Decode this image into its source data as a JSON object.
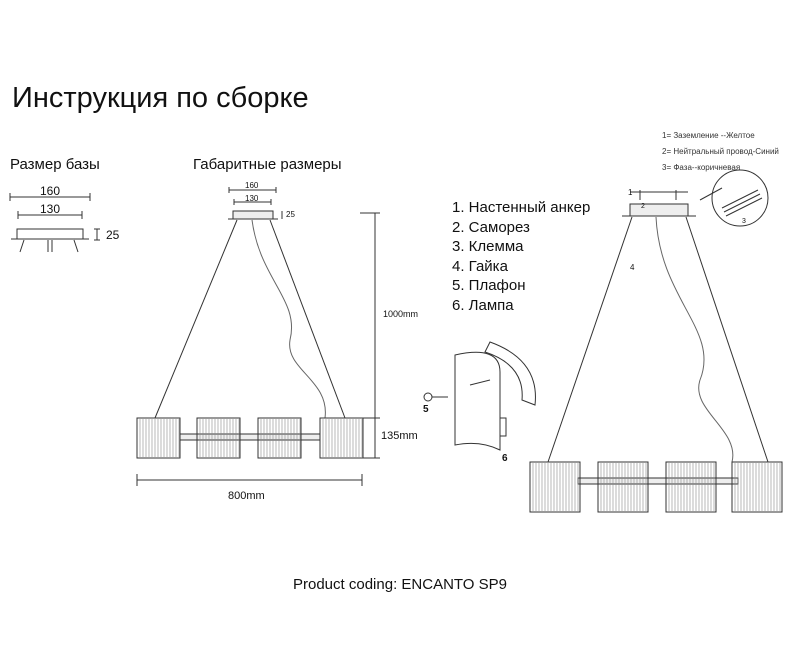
{
  "title": "Инструкция по сборке",
  "base_section": {
    "heading": "Размер базы",
    "width_outer": "160",
    "width_inner": "130",
    "height": "25"
  },
  "dimensions_section": {
    "heading": "Габаритные размеры",
    "width_outer": "160",
    "width_inner": "130",
    "height": "25",
    "drop": "1000mm",
    "shade_height": "135mm",
    "total_width": "800mm"
  },
  "parts_list": [
    "1. Настенный анкер",
    "2. Саморез",
    "3. Клемма",
    "4. Гайка",
    "5. Плафон",
    "6. Лампа"
  ],
  "wiring_legend": [
    "1= Заземление --Желтое",
    "2= Нейтральный провод-Синий",
    "3= Фаза--коричневая"
  ],
  "callouts": [
    "5",
    "6",
    "4",
    "1",
    "2",
    "3"
  ],
  "footer": "Product coding: ENCANTO SP9"
}
